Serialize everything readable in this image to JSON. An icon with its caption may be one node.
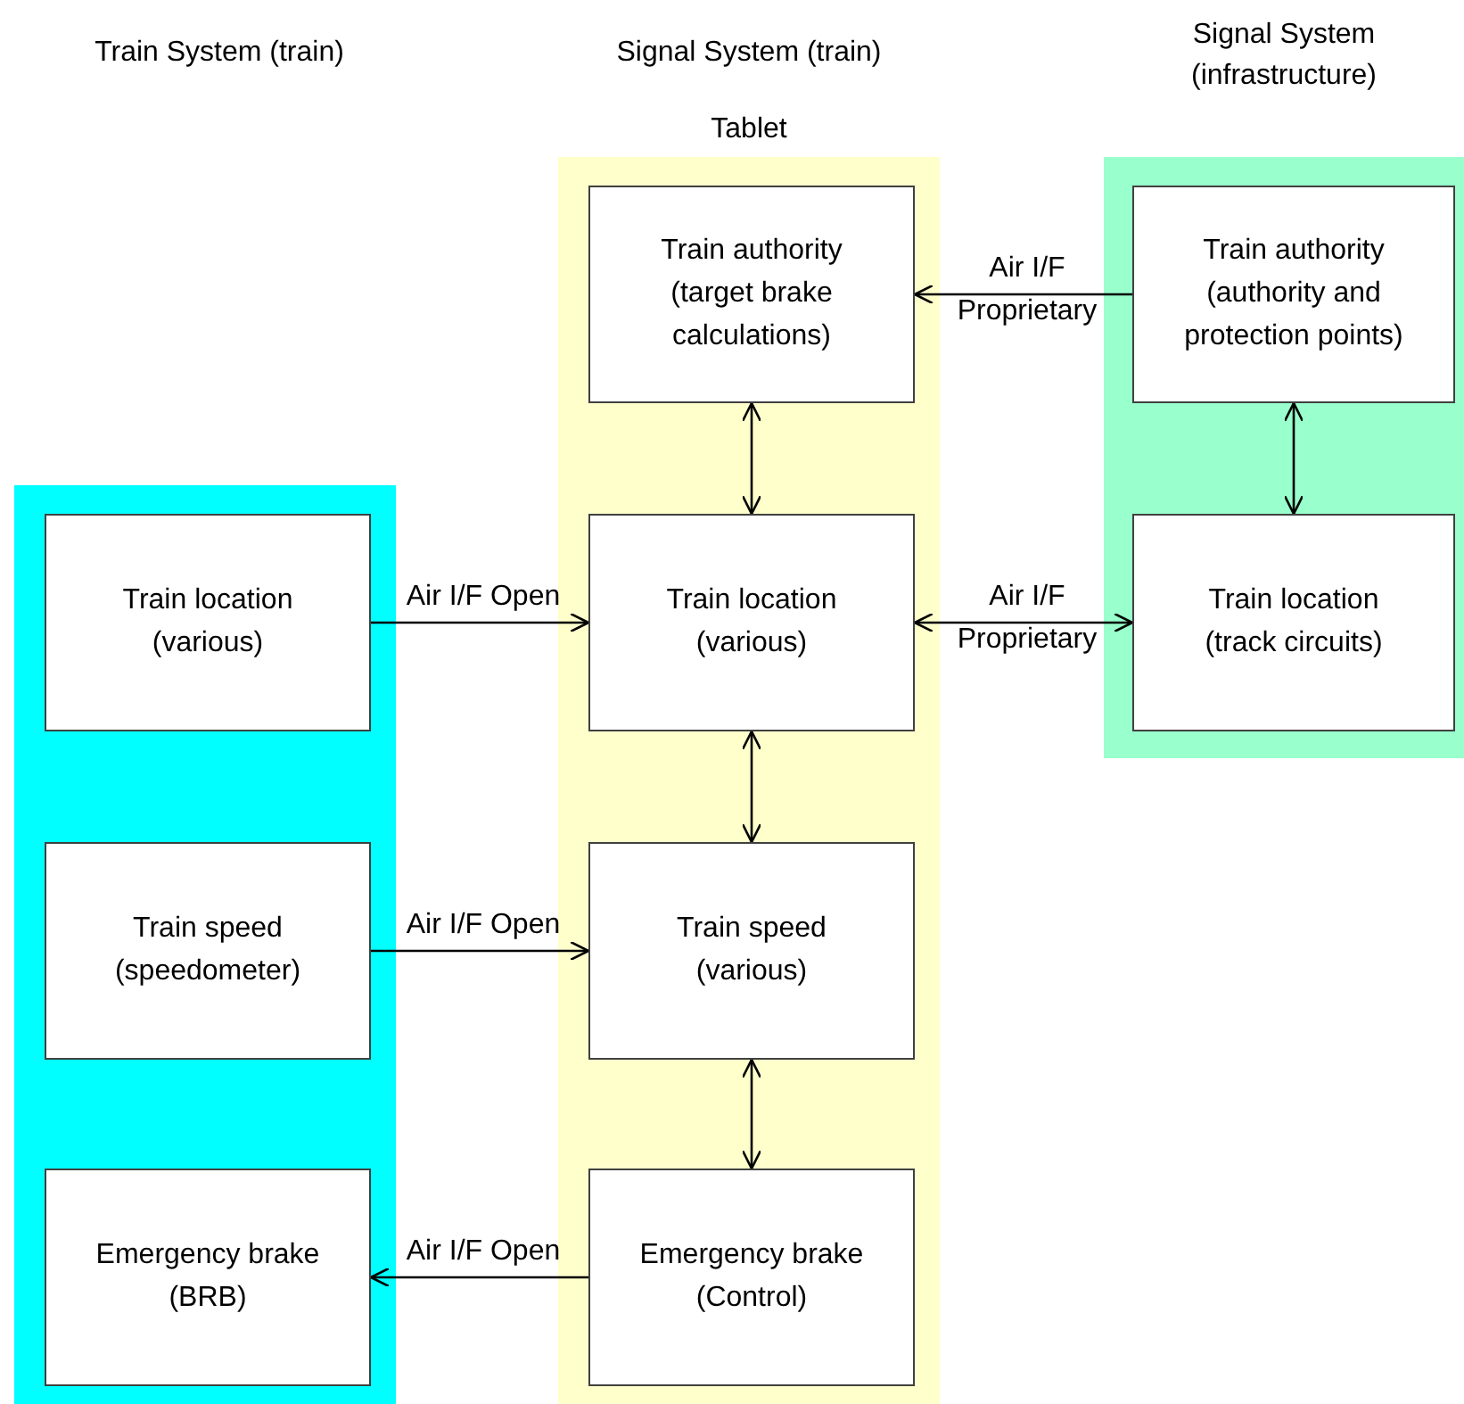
{
  "diagram": {
    "nodes": [
      {
        "text": [],
        "shape": "box"
      },
      {
        "text": [
          "Train location (various)"
        ],
        "in": 0
      },
      {
        "text": [
          "Train speed (speedometer)"
        ],
        "in": 0
      },
      {
        "text": [
          "Emergency brake (BRB)"
        ],
        "in": 0
      },
      {
        "text": [
          "Tablet"
        ]
      },
      {
        "text": [
          "Train authority (target brake calculations)"
        ],
        "in": 4
      },
      {
        "text": [
          "Train location (various)"
        ],
        "in": 4
      },
      {
        "text": [
          "Train speed (various)"
        ],
        "in": 4
      },
      {
        "text": [
          "Emergency brake (Control)"
        ],
        "in": 4
      },
      {
        "text": [],
        "shape": "box"
      },
      {
        "text": [
          "Train authority (authority and protection points)"
        ],
        "in": 9
      },
      {
        "text": [
          "Train location (track circuits)"
        ],
        "in": 9
      }
    ],
    "edges": [
      {
        "from": 10,
        "to": 5,
        "arrow": "to",
        "label": "Air I/F Proprietary"
      },
      {
        "from": 5,
        "to": 6,
        "arrow": "both"
      },
      {
        "from": 10,
        "to": 11,
        "arrow": "both"
      },
      {
        "from": 1,
        "to": 6,
        "arrow": "to",
        "label": "Air I/F Open"
      },
      {
        "from": 6,
        "to": 11,
        "arrow": "both",
        "label": "Air I/F Proprietary"
      },
      {
        "from": 6,
        "to": 7,
        "arrow": "both"
      },
      {
        "from": 2,
        "to": 7,
        "arrow": "to",
        "label": "Air I/F Open"
      },
      {
        "from": 7,
        "to": 8,
        "arrow": "both"
      },
      {
        "from": 8,
        "to": 3,
        "arrow": "to",
        "label": "Air I/F Open"
      }
    ],
    "labels": [
      "Train System (train)",
      "Signal System (train)",
      "Signal System (infrastructure)"
    ]
  }
}
